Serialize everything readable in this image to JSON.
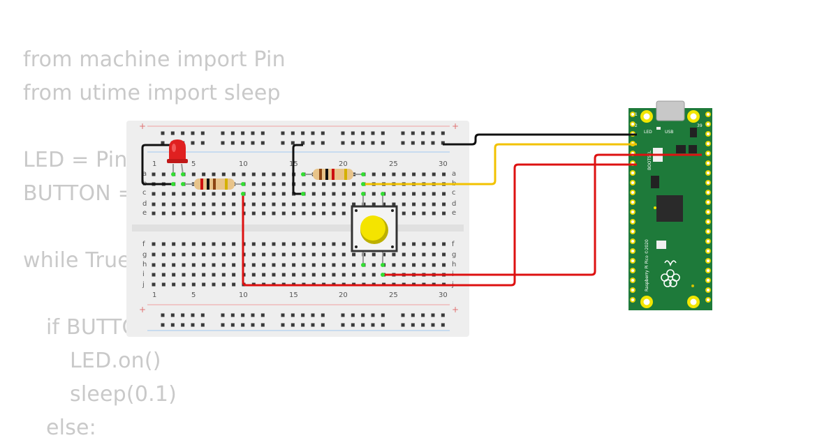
{
  "code_lines": [
    "from machine import Pin",
    "from utime import sleep",
    "LED = Pin(",
    "BUTTON =",
    "while True",
    "if BUTTO",
    "LED.on()",
    "sleep(0.1)",
    "else:"
  ],
  "breadboard": {
    "column_numbers": [
      "1",
      "5",
      "10",
      "15",
      "20",
      "25",
      "30"
    ],
    "row_letters_top": [
      "a",
      "b",
      "c",
      "d",
      "e"
    ],
    "row_letters_bottom": [
      "f",
      "g",
      "h",
      "i",
      "j"
    ],
    "rail_plus": "+",
    "rail_minus": "−"
  },
  "pico": {
    "board_label": "Raspberry Pi Pico ©2020",
    "led_label": "LED",
    "usb_label": "USB",
    "bootsel_label": "BOOTSEL",
    "pin1_label": "1",
    "pin2_label": "2",
    "pin39_label": "39"
  },
  "colors": {
    "wire_black": "#111111",
    "wire_red": "#dd1111",
    "wire_yellow": "#f2c200",
    "pico_green": "#1e7a3a",
    "led_red": "#e02020",
    "button_yellow": "#f4e400",
    "breadboard": "#eeeeee"
  }
}
